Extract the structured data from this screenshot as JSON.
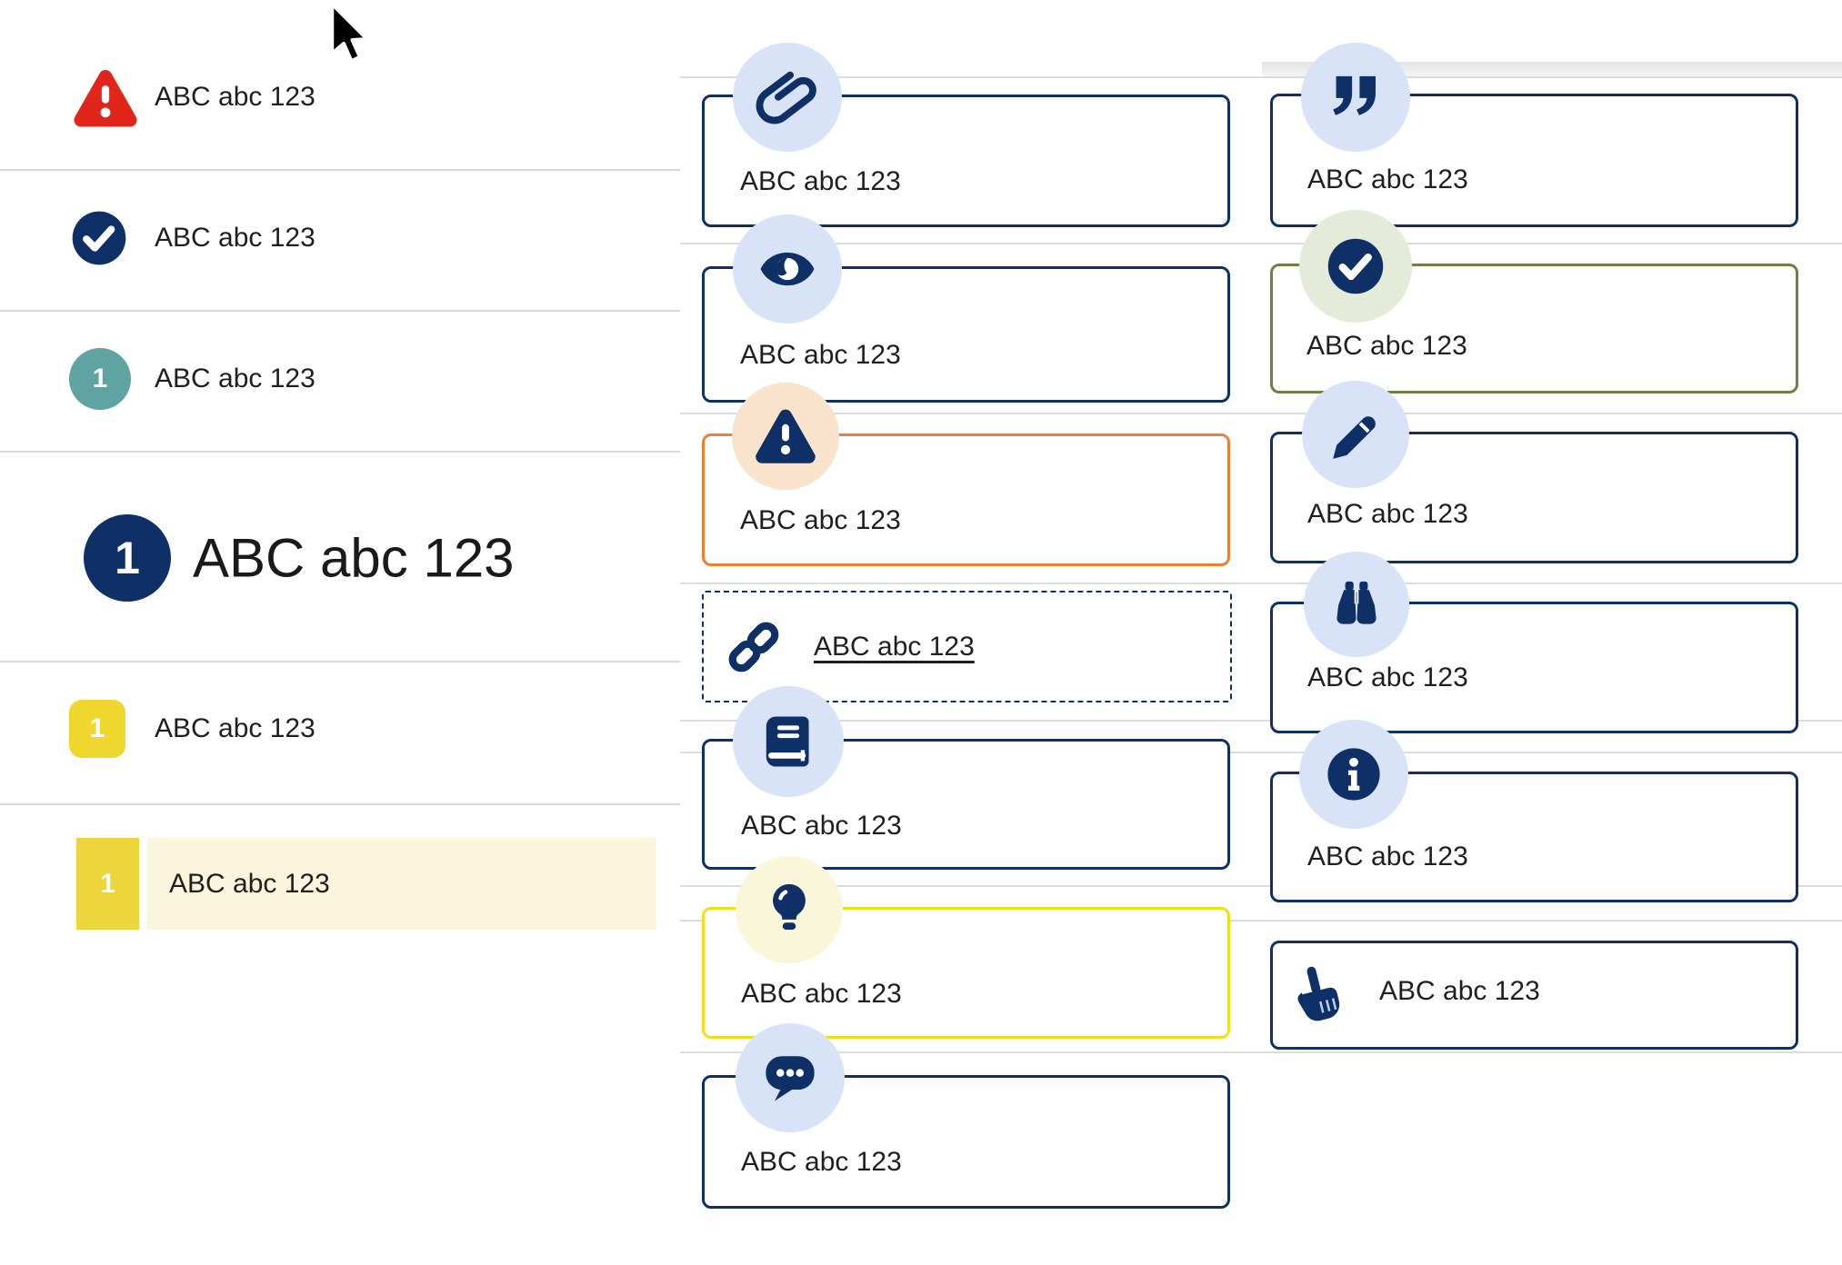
{
  "sample_text": "ABC abc 123",
  "left_list": {
    "items": [
      {
        "icon": "warning-triangle-icon",
        "variant": "error",
        "label": "ABC abc 123"
      },
      {
        "icon": "check-circle-icon",
        "variant": "success",
        "label": "ABC abc 123"
      },
      {
        "icon": "number-badge",
        "variant": "teal",
        "badge": "1",
        "label": "ABC abc 123"
      },
      {
        "icon": "number-badge",
        "variant": "primary-large",
        "badge": "1",
        "label": "ABC abc 123"
      },
      {
        "icon": "number-badge",
        "variant": "yellow",
        "badge": "1",
        "label": "ABC abc 123"
      },
      {
        "icon": "number-badge",
        "variant": "yellow-highlighted",
        "badge": "1",
        "label": "ABC abc 123"
      }
    ]
  },
  "middle_callouts": [
    {
      "icon": "paperclip-icon",
      "style": "navy",
      "label": "ABC abc 123"
    },
    {
      "icon": "eye-icon",
      "style": "navy",
      "label": "ABC abc 123"
    },
    {
      "icon": "warning-icon",
      "style": "orange",
      "label": "ABC abc 123"
    },
    {
      "icon": "link-icon",
      "style": "dashed-link",
      "label": "ABC abc 123"
    },
    {
      "icon": "book-icon",
      "style": "navy",
      "label": "ABC abc 123"
    },
    {
      "icon": "lightbulb-icon",
      "style": "yellow",
      "label": "ABC abc 123"
    },
    {
      "icon": "chat-icon",
      "style": "navy",
      "label": "ABC abc 123"
    }
  ],
  "right_callouts": [
    {
      "icon": "quote-icon",
      "style": "navy",
      "label": "ABC abc 123"
    },
    {
      "icon": "check-circle-icon",
      "style": "olive",
      "label": "ABC abc 123"
    },
    {
      "icon": "pencil-icon",
      "style": "navy",
      "label": "ABC abc 123"
    },
    {
      "icon": "binoculars-icon",
      "style": "navy",
      "label": "ABC abc 123"
    },
    {
      "icon": "info-icon",
      "style": "navy",
      "label": "ABC abc 123"
    },
    {
      "icon": "hand-pointer-icon",
      "style": "navy-inline",
      "label": "ABC abc 123"
    }
  ],
  "colors": {
    "navy": "#0f2f67",
    "light_blue": "#d9e3f7",
    "red": "#e1251b",
    "teal": "#5fa3a2",
    "yellow": "#efd72e",
    "yellow_tab": "#edd53c",
    "yellow_row_bg": "#faf5dc",
    "yellow_border": "#f3df17",
    "light_yellow_circle": "#faf6d9",
    "orange": "#ed7f2f",
    "peach_circle": "#fae3cd",
    "olive": "#6f8045",
    "pale_green_circle": "#e4ecd9",
    "divider_gray": "#d8d8d8",
    "text": "#1f1f1f"
  }
}
